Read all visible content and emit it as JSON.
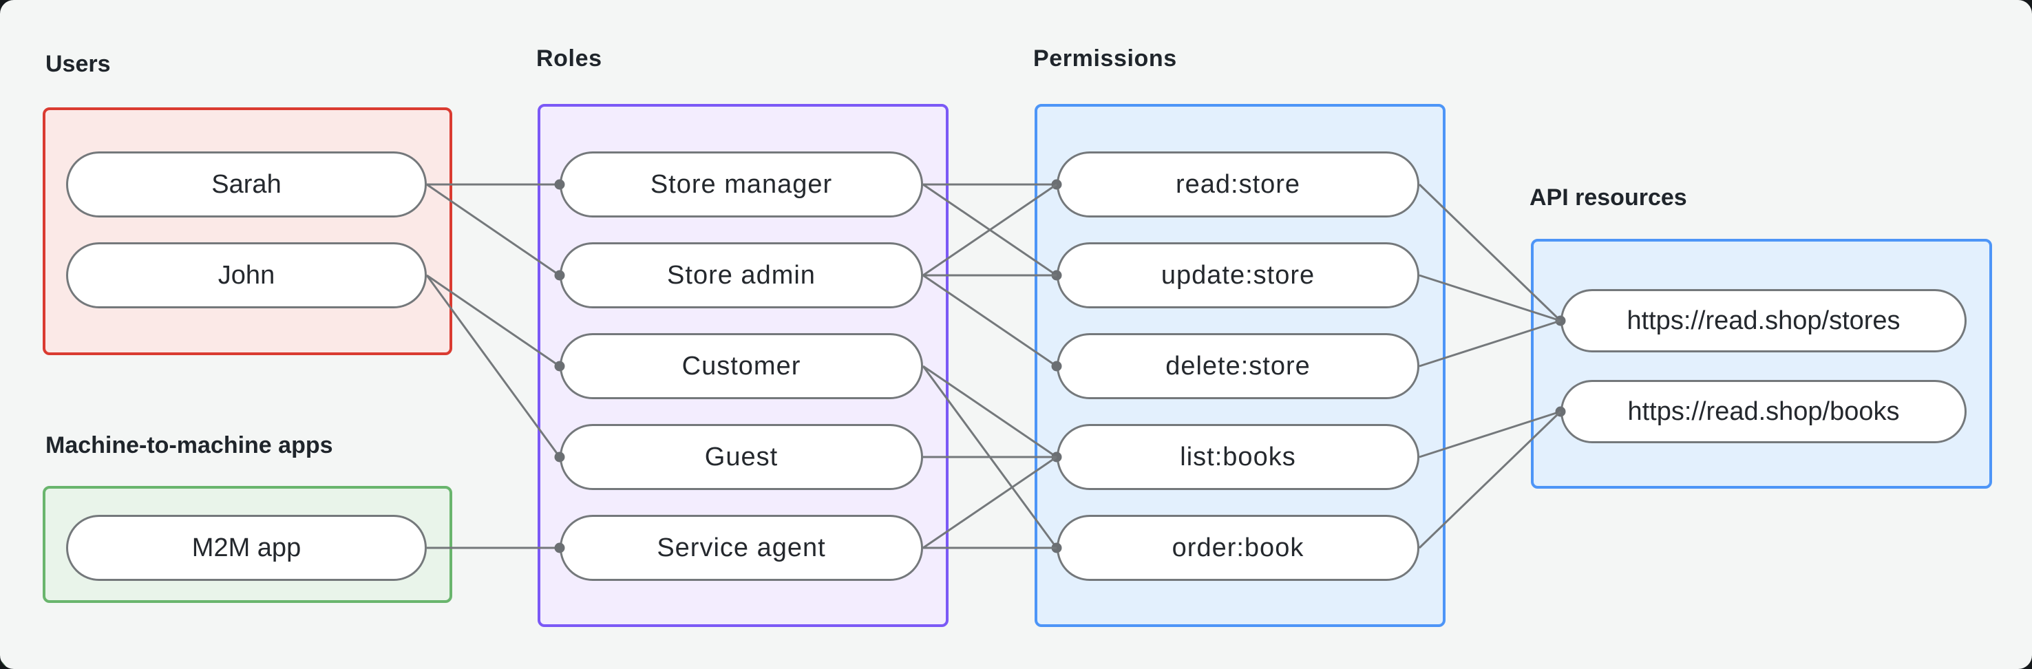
{
  "style": {
    "background": "#F4F6F5",
    "outer_background": "#14181A",
    "line_color": "#74787B",
    "dot_color": "#6B6F73",
    "pill_border_color": "#74787B",
    "pill_fill_color": "#FFFFFF",
    "heading_color": "#1F252B",
    "pill_text_color": "#24282D"
  },
  "groups": {
    "users": {
      "label": "Users",
      "border_color": "#DA3B31",
      "fill_color": "#FBE9E7",
      "items": [
        {
          "id": "sarah",
          "label": "Sarah"
        },
        {
          "id": "john",
          "label": "John"
        }
      ]
    },
    "machine_to_machine": {
      "label": "Machine-to-machine apps",
      "border_color": "#69B56D",
      "fill_color": "#E9F4EA",
      "items": [
        {
          "id": "m2m-app",
          "label": "M2M app"
        }
      ]
    },
    "roles": {
      "label": "Roles",
      "border_color": "#7B59F6",
      "fill_color": "#F3EDFE",
      "items": [
        {
          "id": "store-manager",
          "label": "Store manager"
        },
        {
          "id": "store-admin",
          "label": "Store admin"
        },
        {
          "id": "customer",
          "label": "Customer"
        },
        {
          "id": "guest",
          "label": "Guest"
        },
        {
          "id": "service-agent",
          "label": "Service agent"
        }
      ]
    },
    "permissions": {
      "label": "Permissions",
      "border_color": "#4D95F7",
      "fill_color": "#E3F0FD",
      "items": [
        {
          "id": "read-store",
          "label": "read:store"
        },
        {
          "id": "update-store",
          "label": "update:store"
        },
        {
          "id": "delete-store",
          "label": "delete:store"
        },
        {
          "id": "list-books",
          "label": "list:books"
        },
        {
          "id": "order-book",
          "label": "order:book"
        }
      ]
    },
    "api_resources": {
      "label": "API resources",
      "border_color": "#4D95F7",
      "fill_color": "#E3F0FD",
      "items": [
        {
          "id": "stores",
          "label": "https://read.shop/stores"
        },
        {
          "id": "books",
          "label": "https://read.shop/books"
        }
      ]
    }
  },
  "connections": [
    {
      "from": "sarah",
      "to": "store-manager"
    },
    {
      "from": "sarah",
      "to": "store-admin"
    },
    {
      "from": "john",
      "to": "customer"
    },
    {
      "from": "john",
      "to": "guest"
    },
    {
      "from": "m2m-app",
      "to": "service-agent"
    },
    {
      "from": "store-manager",
      "to": "read-store"
    },
    {
      "from": "store-manager",
      "to": "update-store"
    },
    {
      "from": "store-admin",
      "to": "read-store"
    },
    {
      "from": "store-admin",
      "to": "update-store"
    },
    {
      "from": "store-admin",
      "to": "delete-store"
    },
    {
      "from": "customer",
      "to": "list-books"
    },
    {
      "from": "customer",
      "to": "order-book"
    },
    {
      "from": "guest",
      "to": "list-books"
    },
    {
      "from": "service-agent",
      "to": "list-books"
    },
    {
      "from": "service-agent",
      "to": "order-book"
    },
    {
      "from": "read-store",
      "to": "stores"
    },
    {
      "from": "update-store",
      "to": "stores"
    },
    {
      "from": "delete-store",
      "to": "stores"
    },
    {
      "from": "list-books",
      "to": "books"
    },
    {
      "from": "order-book",
      "to": "books"
    }
  ]
}
